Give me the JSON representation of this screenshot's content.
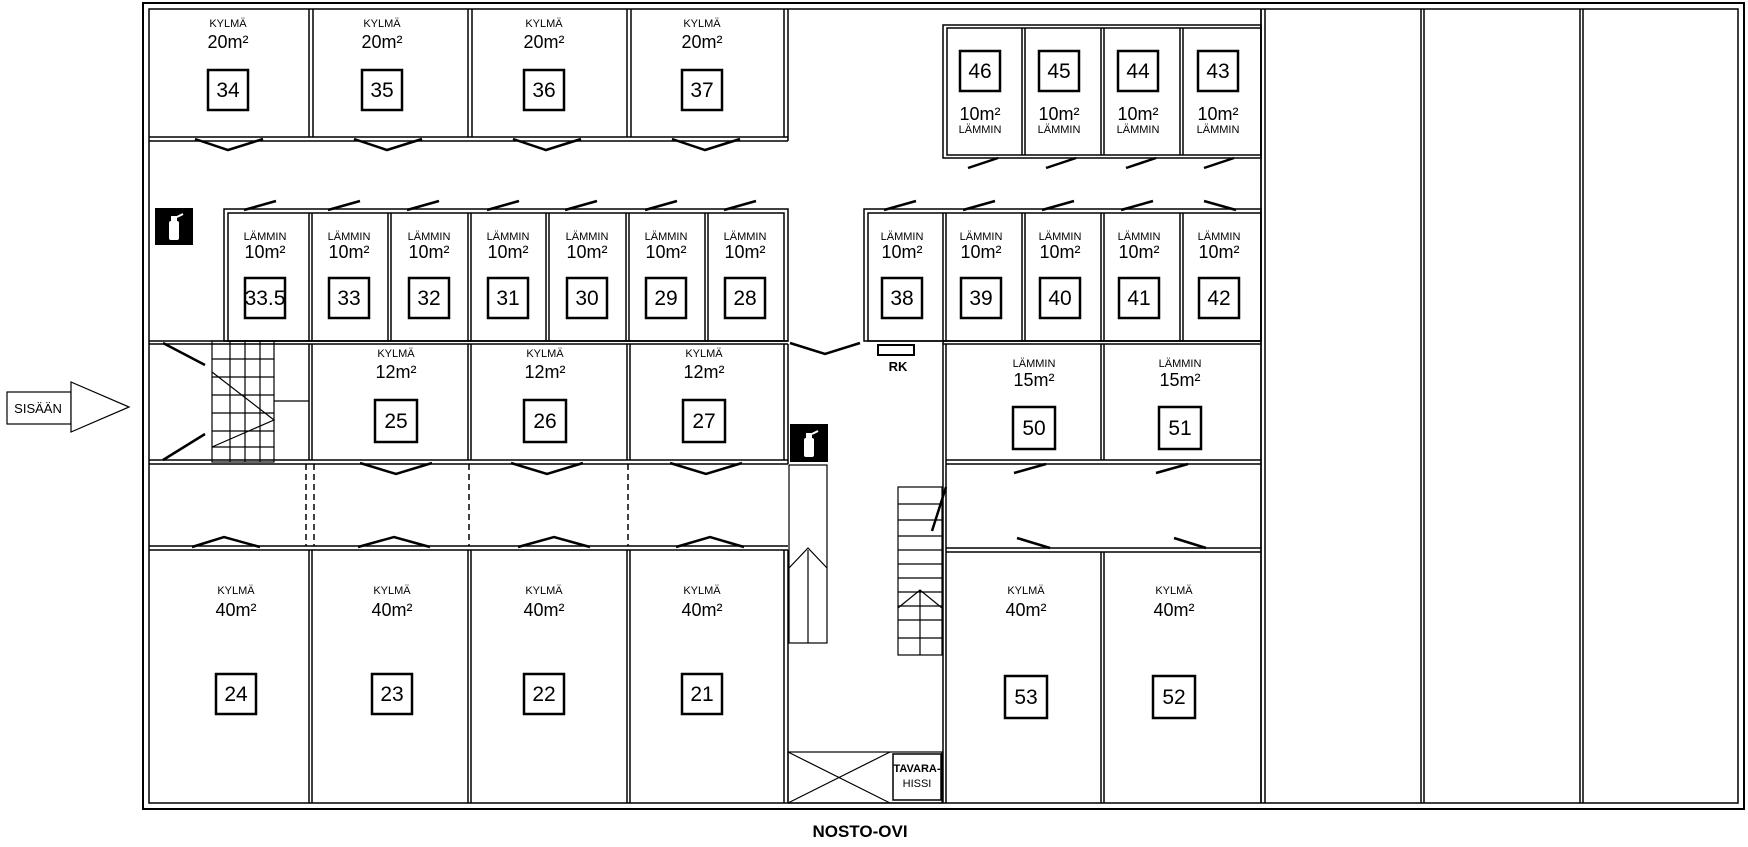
{
  "labels": {
    "entry": "SISÄÄN",
    "bottom_door": "NOSTO-OVI",
    "shelter": "RK",
    "lift_line1": "TAVARA-",
    "lift_line2": "HISSI"
  },
  "units": [
    {
      "num": "34",
      "type": "KYLMÄ",
      "area": "20m²"
    },
    {
      "num": "35",
      "type": "KYLMÄ",
      "area": "20m²"
    },
    {
      "num": "36",
      "type": "KYLMÄ",
      "area": "20m²"
    },
    {
      "num": "37",
      "type": "KYLMÄ",
      "area": "20m²"
    },
    {
      "num": "46",
      "type": "LÄMMIN",
      "area": "10m²"
    },
    {
      "num": "45",
      "type": "LÄMMIN",
      "area": "10m²"
    },
    {
      "num": "44",
      "type": "LÄMMIN",
      "area": "10m²"
    },
    {
      "num": "43",
      "type": "LÄMMIN",
      "area": "10m²"
    },
    {
      "num": "33.5",
      "type": "LÄMMIN",
      "area": "10m²"
    },
    {
      "num": "33",
      "type": "LÄMMIN",
      "area": "10m²"
    },
    {
      "num": "32",
      "type": "LÄMMIN",
      "area": "10m²"
    },
    {
      "num": "31",
      "type": "LÄMMIN",
      "area": "10m²"
    },
    {
      "num": "30",
      "type": "LÄMMIN",
      "area": "10m²"
    },
    {
      "num": "29",
      "type": "LÄMMIN",
      "area": "10m²"
    },
    {
      "num": "28",
      "type": "LÄMMIN",
      "area": "10m²"
    },
    {
      "num": "38",
      "type": "LÄMMIN",
      "area": "10m²"
    },
    {
      "num": "39",
      "type": "LÄMMIN",
      "area": "10m²"
    },
    {
      "num": "40",
      "type": "LÄMMIN",
      "area": "10m²"
    },
    {
      "num": "41",
      "type": "LÄMMIN",
      "area": "10m²"
    },
    {
      "num": "42",
      "type": "LÄMMIN",
      "area": "10m²"
    },
    {
      "num": "25",
      "type": "KYLMÄ",
      "area": "12m²"
    },
    {
      "num": "26",
      "type": "KYLMÄ",
      "area": "12m²"
    },
    {
      "num": "27",
      "type": "KYLMÄ",
      "area": "12m²"
    },
    {
      "num": "50",
      "type": "LÄMMIN",
      "area": "15m²"
    },
    {
      "num": "51",
      "type": "LÄMMIN",
      "area": "15m²"
    },
    {
      "num": "24",
      "type": "KYLMÄ",
      "area": "40m²"
    },
    {
      "num": "23",
      "type": "KYLMÄ",
      "area": "40m²"
    },
    {
      "num": "22",
      "type": "KYLMÄ",
      "area": "40m²"
    },
    {
      "num": "21",
      "type": "KYLMÄ",
      "area": "40m²"
    },
    {
      "num": "53",
      "type": "KYLMÄ",
      "area": "40m²"
    },
    {
      "num": "52",
      "type": "KYLMÄ",
      "area": "40m²"
    }
  ],
  "icons": {
    "extinguisher": "fire-extinguisher-icon",
    "entry_arrow": "arrow-right-icon",
    "stairs": "stairs-icon"
  },
  "colors": {
    "ink": "#000000",
    "paper": "#ffffff"
  }
}
